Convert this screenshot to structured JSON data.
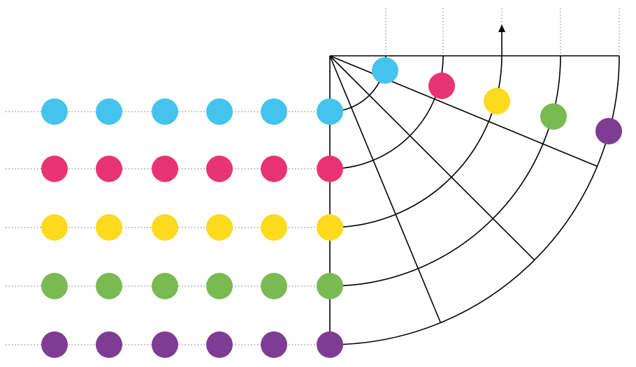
{
  "diagram": {
    "rows": [
      {
        "name": "row-1",
        "color": "#45C3EF",
        "dots_in_line": 6
      },
      {
        "name": "row-2",
        "color": "#E83473",
        "dots_in_line": 6
      },
      {
        "name": "row-3",
        "color": "#FCDA1E",
        "dots_in_line": 6
      },
      {
        "name": "row-4",
        "color": "#79BA52",
        "dots_in_line": 6
      },
      {
        "name": "row-5",
        "color": "#7E3C93",
        "dots_in_line": 6
      }
    ],
    "radial_lines": 3,
    "line_color": "#000000",
    "guide_color": "#8c8c8c",
    "arrow_direction": "up",
    "icons": {
      "arrow": "arrow-up-icon"
    }
  }
}
